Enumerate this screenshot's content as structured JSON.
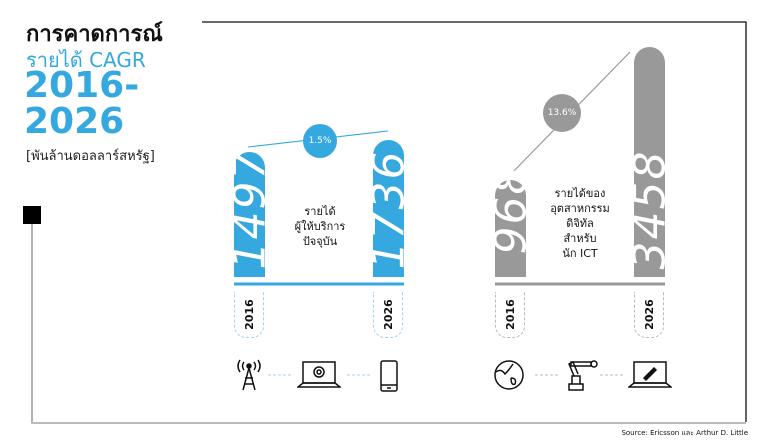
{
  "title": {
    "line1": "การคาดการณ์",
    "line2": "รายได้ CAGR",
    "line3": "2016-2026",
    "unit": "[พันล้านดอลลาร์สหรัฐ]"
  },
  "chart_data": [
    {
      "type": "bar",
      "title": "รายได้ผู้ให้บริการปัจจุบัน",
      "desc": [
        "รายได้",
        "ผู้ให้บริการ",
        "ปัจจุบัน"
      ],
      "categories": [
        "2016",
        "2026"
      ],
      "values": [
        1497,
        1736
      ],
      "cagr": "1.5%",
      "color": "#35a8e0"
    },
    {
      "type": "bar",
      "title": "รายได้ของอุตสาหกรรมดิจิทัลสำหรับนัก ICT",
      "desc": [
        "รายได้ของ",
        "อุตสาหกรรม",
        "ดิจิทัล",
        "สำหรับ",
        "นัก ICT"
      ],
      "categories": [
        "2016",
        "2026"
      ],
      "values": [
        968,
        3458
      ],
      "cagr": "13.6%",
      "color": "#999999"
    }
  ],
  "icons": [
    "cell-tower-icon",
    "laptop-email-icon",
    "smartphone-icon",
    "globe-icon",
    "robot-arm-icon",
    "laptop-rocket-icon"
  ],
  "source": "Source: Ericsson และ Arthur D. Little"
}
